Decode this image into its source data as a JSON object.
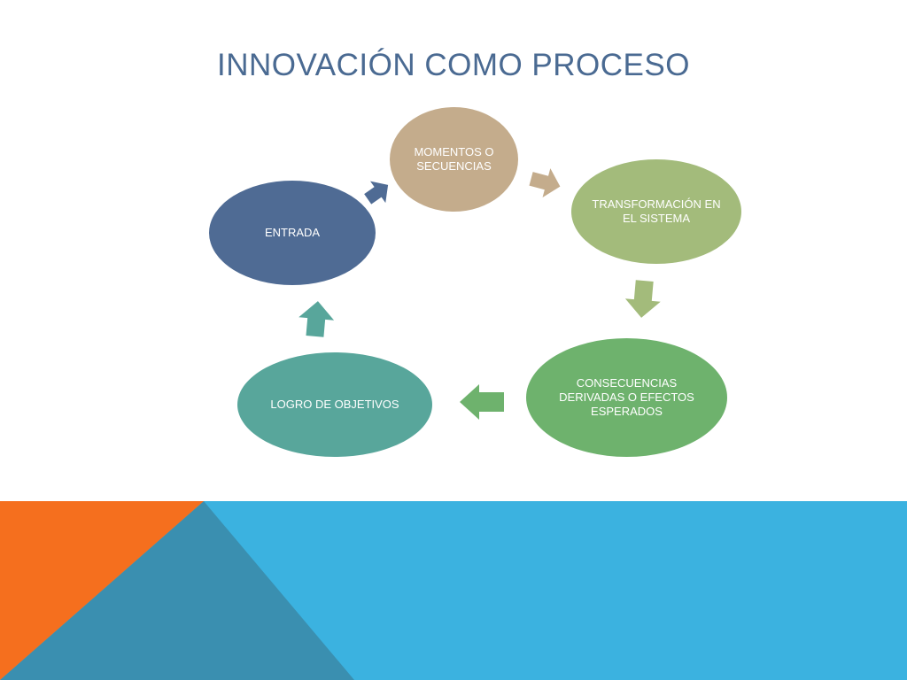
{
  "slide": {
    "title": "INNOVACIÓN COMO PROCESO"
  },
  "diagram": {
    "nodes": [
      {
        "id": "entrada",
        "label": "ENTRADA",
        "color": "#4f6b94"
      },
      {
        "id": "momentos",
        "label": "MOMENTOS O SECUENCIAS",
        "color": "#c4ac8c"
      },
      {
        "id": "transformacion",
        "label": "TRANSFORMACIÓN EN EL SISTEMA",
        "color": "#a3bb7b"
      },
      {
        "id": "consecuencias",
        "label": "CONSECUENCIAS DERIVADAS O EFECTOS ESPERADOS",
        "color": "#6eb26d"
      },
      {
        "id": "logro",
        "label": "LOGRO DE OBJETIVOS",
        "color": "#58a69b"
      }
    ],
    "edges": [
      {
        "from": "entrada",
        "to": "momentos"
      },
      {
        "from": "momentos",
        "to": "transformacion"
      },
      {
        "from": "transformacion",
        "to": "consecuencias"
      },
      {
        "from": "consecuencias",
        "to": "logro"
      },
      {
        "from": "logro",
        "to": "entrada"
      }
    ]
  },
  "theme": {
    "title_color": "#4a6a92",
    "band_blue": "#3bb2e0",
    "band_dark_blue": "#3a8fb0",
    "band_orange": "#f56f1e"
  }
}
